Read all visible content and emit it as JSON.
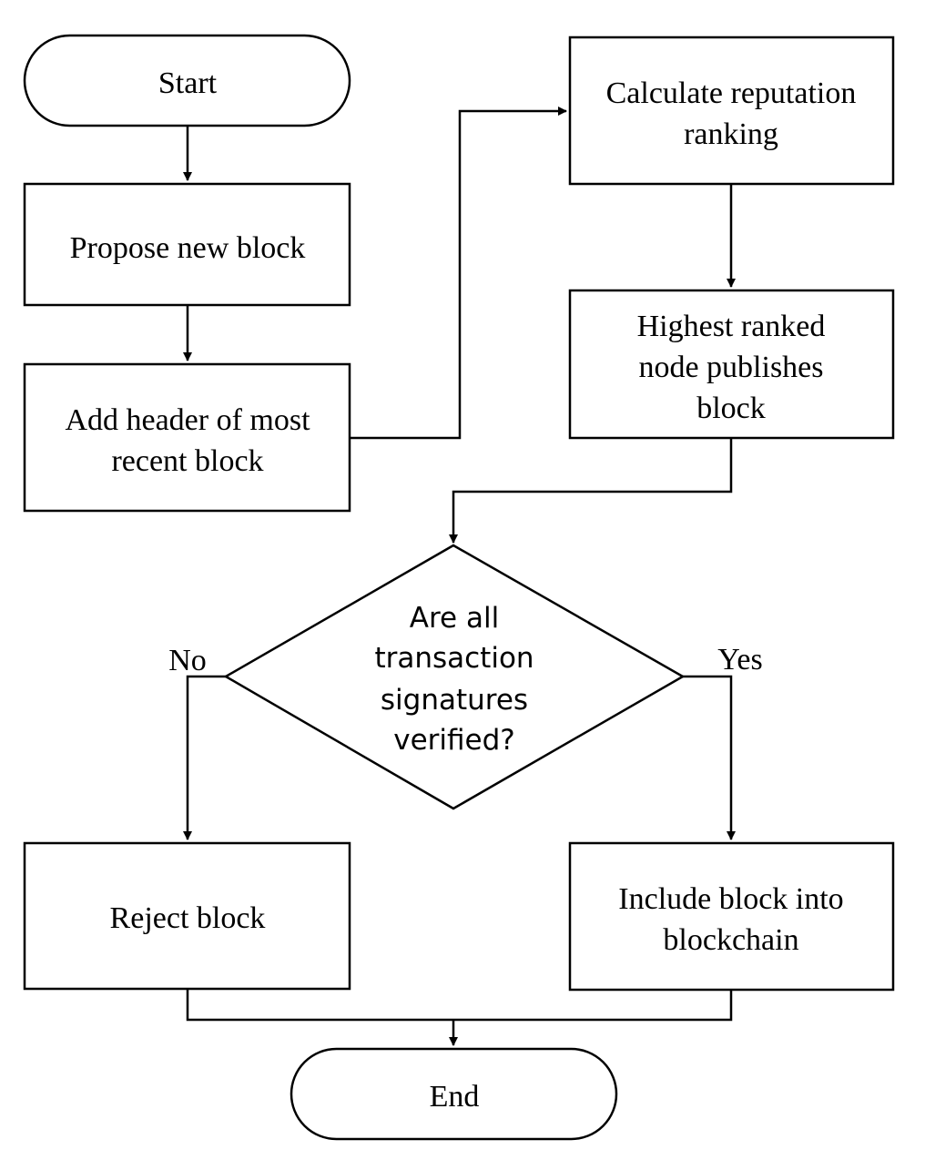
{
  "diagram": {
    "nodes": {
      "start": "Start",
      "propose": "Propose new block",
      "add_header": [
        "Add header of most",
        "recent block"
      ],
      "calc_rep": [
        "Calculate reputation",
        "ranking"
      ],
      "highest": [
        "Highest ranked",
        "node publishes",
        "block"
      ],
      "decision": [
        "Are all",
        "transaction",
        "signatures",
        "verified?"
      ],
      "reject": "Reject block",
      "include": [
        "Include block into",
        "blockchain"
      ],
      "end": "End"
    },
    "branches": {
      "no": "No",
      "yes": "Yes"
    }
  }
}
